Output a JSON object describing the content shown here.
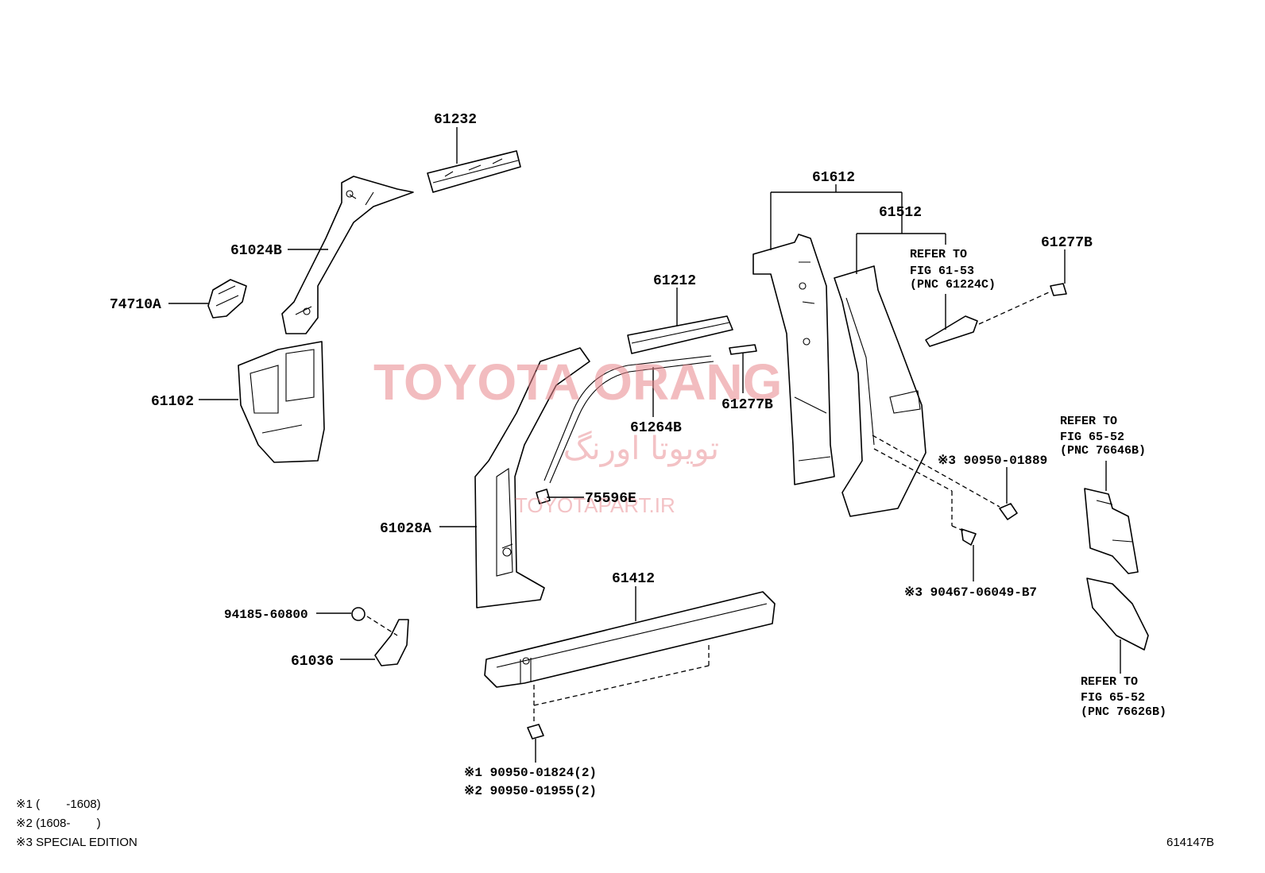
{
  "labels": {
    "p61232": "61232",
    "p61024b": "61024B",
    "p74710a": "74710A",
    "p61102": "61102",
    "p61612": "61612",
    "p61512": "61512",
    "p61277b_top": "61277B",
    "p61212": "61212",
    "p61264b": "61264B",
    "p61277b_mid": "61277B",
    "p75596e": "75596E",
    "p61028a": "61028A",
    "p61412": "61412",
    "p94185": "94185-60800",
    "p61036": "61036",
    "p90950_01889": "※3 90950-01889",
    "p90467": "※3 90467-06049-B7",
    "p90950_01824": "※1 90950-01824(2)",
    "p90950_01955": "※2 90950-01955(2)"
  },
  "refs": {
    "ref1": [
      "REFER TO",
      "FIG 61-53",
      "(PNC 61224C)"
    ],
    "ref2": [
      "REFER TO",
      "FIG 65-52",
      "(PNC 76646B)"
    ],
    "ref3": [
      "REFER TO",
      "FIG 65-52",
      "(PNC 76626B)"
    ]
  },
  "notes": {
    "n1": "※1 (        -1608)",
    "n2": "※2 (1608-        )",
    "n3": "※3 SPECIAL EDITION"
  },
  "illustration_id": "614147B",
  "watermark": {
    "brand": "TOYOTA ORANG",
    "persian": "تویوتا اورنگ",
    "site": "TOYOTAPART.IR"
  }
}
